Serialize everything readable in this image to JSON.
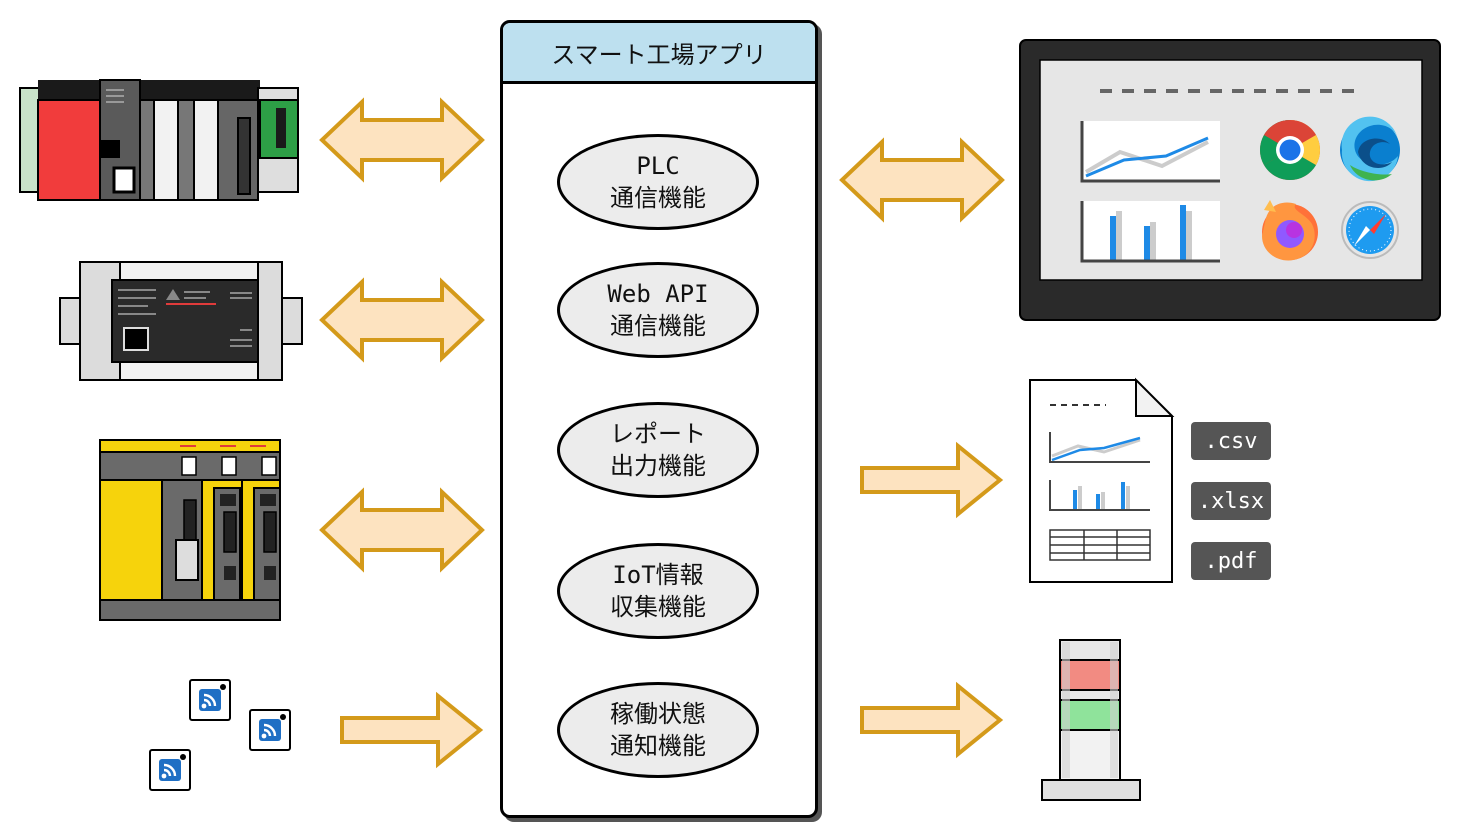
{
  "app": {
    "title": "スマート工場アプリ",
    "functions": [
      {
        "line1": "PLC",
        "line2": "通信機能"
      },
      {
        "line1": "Web API",
        "line2": "通信機能"
      },
      {
        "line1": "レポート",
        "line2": "出力機能"
      },
      {
        "line1": "IoT情報",
        "line2": "収集機能"
      },
      {
        "line1": "稼働状態",
        "line2": "通知機能"
      }
    ]
  },
  "report_formats": [
    ".csv",
    ".xlsx",
    ".pdf"
  ],
  "colors": {
    "arrow_fill": "#fde3c0",
    "arrow_stroke": "#d49a1a",
    "header_bg": "#bde0ef",
    "function_bg": "#ececec",
    "chart_blue": "#1e8ae6"
  },
  "browsers": [
    "chrome-icon",
    "edge-icon",
    "firefox-icon",
    "safari-icon"
  ]
}
